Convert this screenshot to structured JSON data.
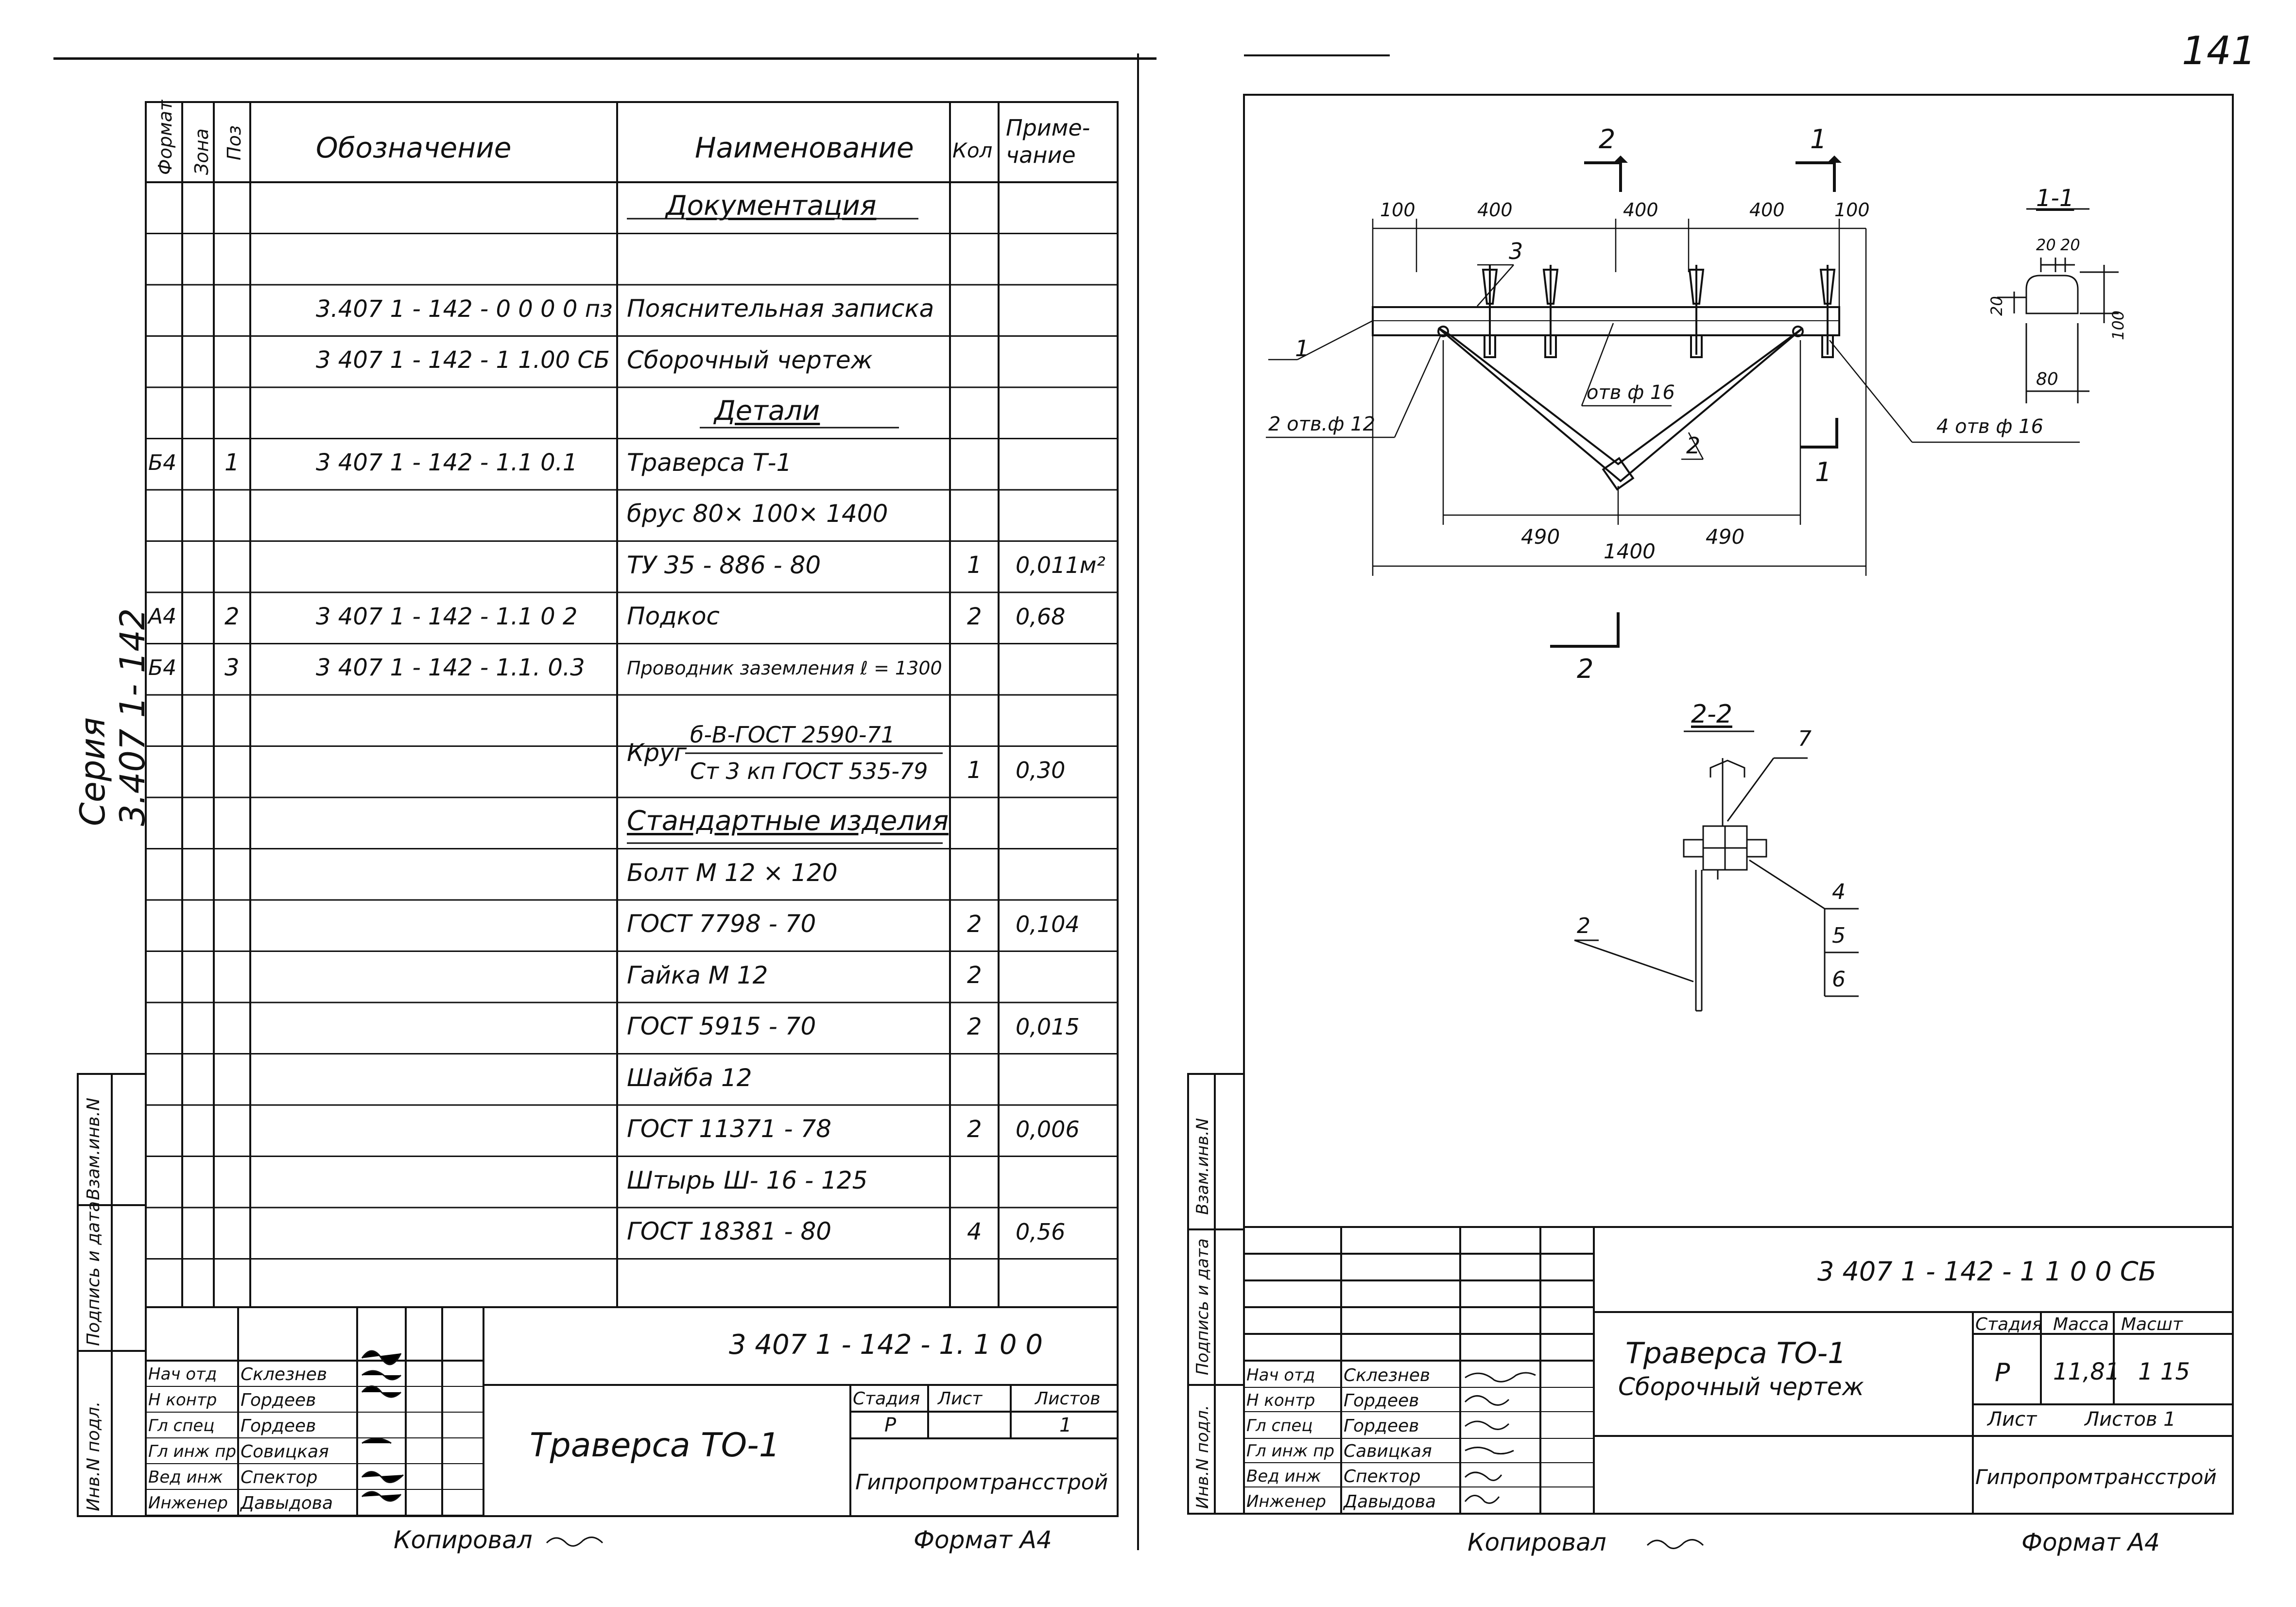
{
  "page_number": "141",
  "left_sheet": {
    "series_label": [
      "Серия",
      "3.407 1- 142"
    ],
    "header": {
      "format": "Формат",
      "zone": "Зона",
      "pos": "Поз",
      "designation": "Обозначение",
      "name": "Наименование",
      "qty": "Кол",
      "note": [
        "Приме-",
        "чание"
      ]
    },
    "rows": [
      {
        "format": "",
        "pos": "",
        "designation": "",
        "name": "Документация",
        "qty": "",
        "note": ""
      },
      {
        "format": "",
        "pos": "",
        "designation": "",
        "name": "",
        "qty": "",
        "note": ""
      },
      {
        "format": "",
        "pos": "",
        "designation": "3.407 1 - 142 - 0 0 0 0 пз",
        "name": "Пояснительная записка",
        "qty": "",
        "note": ""
      },
      {
        "format": "",
        "pos": "",
        "designation": "3 407 1 - 142 - 1 1.00 СБ",
        "name": "Сборочный чертеж",
        "qty": "",
        "note": ""
      },
      {
        "format": "",
        "pos": "",
        "designation": "",
        "name": "Детали",
        "qty": "",
        "note": ""
      },
      {
        "format": "Б4",
        "pos": "1",
        "designation": "3 407 1 - 142 - 1.1 0.1",
        "name": "Траверса  Т-1",
        "qty": "",
        "note": ""
      },
      {
        "format": "",
        "pos": "",
        "designation": "",
        "name": "брус  80× 100× 1400",
        "qty": "",
        "note": ""
      },
      {
        "format": "",
        "pos": "",
        "designation": "",
        "name": "ТУ 35 - 886 - 80",
        "qty": "1",
        "note": "0,011м²"
      },
      {
        "format": "А4",
        "pos": "2",
        "designation": "3 407 1 - 142 - 1.1 0 2",
        "name": "Подкос",
        "qty": "2",
        "note": "0,68"
      },
      {
        "format": "Б4",
        "pos": "3",
        "designation": "3 407 1 - 142 - 1.1. 0.3",
        "name": "Проводник заземления  ℓ = 1300",
        "qty": "",
        "note": ""
      },
      {
        "format": "",
        "pos": "",
        "designation": "",
        "name": "",
        "qty": "",
        "note": ""
      },
      {
        "format": "",
        "pos": "",
        "designation": "",
        "name": "",
        "qty": "1",
        "note": "0,30"
      },
      {
        "format": "",
        "pos": "",
        "designation": "",
        "name": "Стандартные изделия",
        "qty": "",
        "note": ""
      },
      {
        "format": "",
        "pos": "",
        "designation": "",
        "name": "Болт   М 12 × 120",
        "qty": "",
        "note": ""
      },
      {
        "format": "",
        "pos": "",
        "designation": "",
        "name": "ГОСТ  7798 - 70",
        "qty": "2",
        "note": "0,104"
      },
      {
        "format": "",
        "pos": "",
        "designation": "",
        "name": "Гайка     М 12",
        "qty": "2",
        "note": ""
      },
      {
        "format": "",
        "pos": "",
        "designation": "",
        "name": "ГОСТ   5915 - 70",
        "qty": "2",
        "note": "0,015"
      },
      {
        "format": "",
        "pos": "",
        "designation": "",
        "name": "Шайба  12",
        "qty": "",
        "note": ""
      },
      {
        "format": "",
        "pos": "",
        "designation": "",
        "name": "ГОСТ  11371 - 78",
        "qty": "2",
        "note": "0,006"
      },
      {
        "format": "",
        "pos": "",
        "designation": "",
        "name": "Штырь   Ш- 16 - 125",
        "qty": "",
        "note": ""
      },
      {
        "format": "",
        "pos": "",
        "designation": "",
        "name": "ГОСТ   18381 - 80",
        "qty": "4",
        "note": "0,56"
      }
    ],
    "circle_spec": {
      "prefix": "Круг",
      "line1": "б-В-ГОСТ 2590-71",
      "line2": "Ст 3 кп ГОСТ 535-79"
    },
    "side_labels": [
      "Взам.инв.N",
      "Подпись и дата",
      "Инв.N подл."
    ],
    "title_block": {
      "doc_code": "3 407 1 - 142 - 1. 1  0  0",
      "roles": [
        "Нач отд",
        "Н контр",
        "Гл спец",
        "Гл инж пр",
        "Вед инж",
        "Инженер"
      ],
      "names": [
        "Склезнев",
        "Гордеев",
        "Гордеев",
        "Совицкая",
        "Спектор",
        "Давыдова"
      ],
      "title": "Траверса  ТО-1",
      "stage_label": "Стадия",
      "sheet_label": "Лист",
      "sheets_label": "Листов",
      "stage": "Р",
      "sheets": "1",
      "org": "Гипропромтрансстрой"
    },
    "footer_copied": "Копировал",
    "footer_format": "Формат  А4"
  },
  "right_sheet": {
    "drawing": {
      "dims_top": [
        "100",
        "400",
        "400",
        "400",
        "100"
      ],
      "dims_bottom_half": [
        "490",
        "490"
      ],
      "dim_total": "1400",
      "section_marks": [
        "2",
        "1",
        "1",
        "2"
      ],
      "labels": {
        "pos3": "3",
        "pos1": "1",
        "pos2": "2",
        "hole12": "2 отв.ф 12",
        "hole16": "отв ф 16",
        "holes16": "4 отв ф 16"
      },
      "section_1_1": {
        "title": "1-1",
        "dims": [
          "20",
          "20",
          "20",
          "100",
          "80"
        ]
      },
      "section_2_2": {
        "title": "2-2",
        "labels": [
          "7",
          "2",
          "4",
          "5",
          "6"
        ]
      }
    },
    "side_labels": [
      "Взам.инв.N",
      "Подпись и дата",
      "Инв.N подл."
    ],
    "title_block": {
      "doc_code": "3 407 1 - 142 - 1 1 0 0 СБ",
      "roles": [
        "Нач отд",
        "Н контр",
        "Гл спец",
        "Гл инж пр",
        "Вед инж",
        "Инженер"
      ],
      "names": [
        "Склезнев",
        "Гордеев",
        "Гордеев",
        "Савицкая",
        "Спектор",
        "Давыдова"
      ],
      "title_line1": "Траверса   ТО-1",
      "title_line2": "Сборочный   чертеж",
      "stage_label": "Стадия",
      "mass_label": "Масса",
      "scale_label": "Масшт",
      "stage": "Р",
      "mass": "11,81",
      "scale": "1 15",
      "sheet_label": "Лист",
      "sheets_label": "Листов 1",
      "org": "Гипропромтрансстрой"
    },
    "footer_copied": "Копировал",
    "footer_format": "Формат  А4"
  }
}
